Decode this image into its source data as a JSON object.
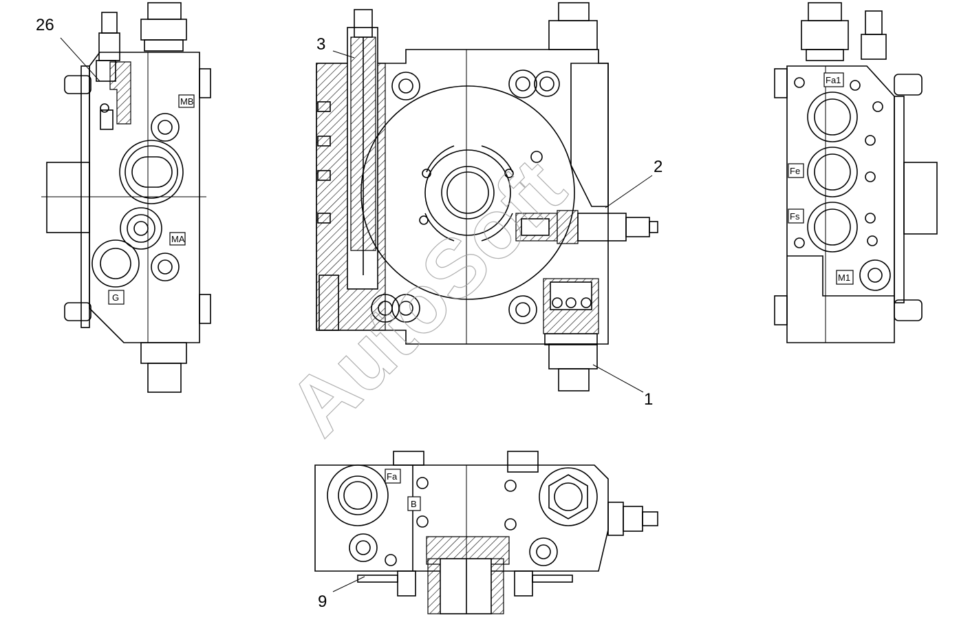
{
  "watermark": "AutoSoft",
  "callouts": {
    "c26": "26",
    "c3": "3",
    "c2": "2",
    "c1": "1",
    "c9": "9"
  },
  "ports": {
    "mb": "MB",
    "ma": "MA",
    "g": "G",
    "fa1": "Fa1",
    "fe": "Fe",
    "fs": "Fs",
    "m1": "M1",
    "fa": "Fa",
    "b": "B"
  }
}
